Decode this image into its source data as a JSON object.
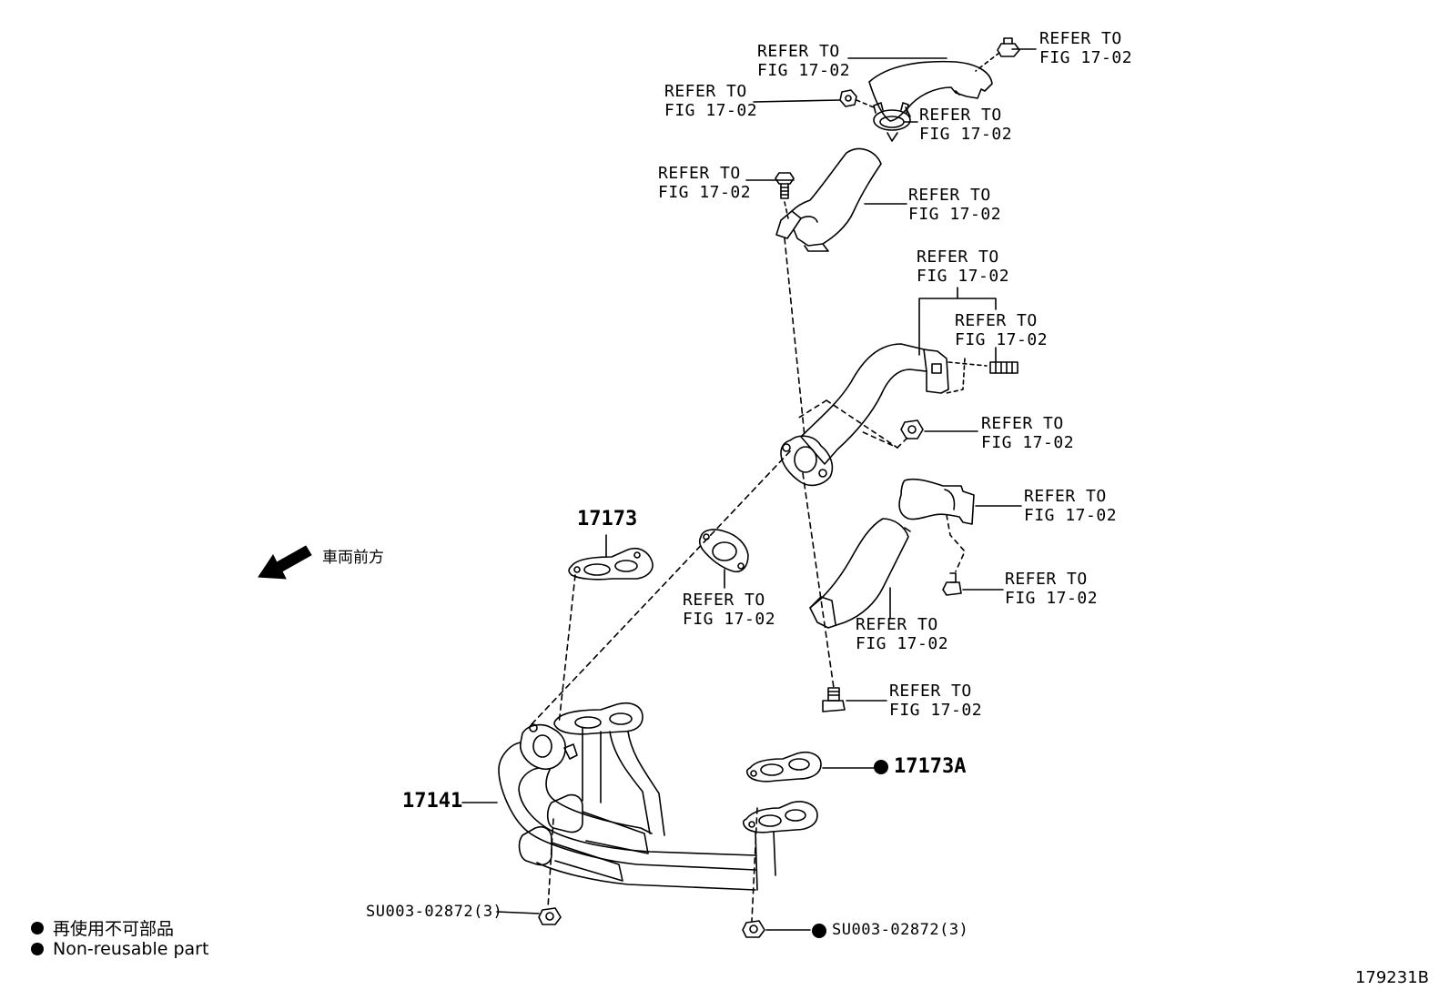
{
  "refer_label": {
    "line1": "REFER TO",
    "line2": "FIG 17-02"
  },
  "parts": {
    "p17173": "17173",
    "p17141": "17141",
    "p17173A": "17173A",
    "su_left": "SU003-02872(3)",
    "su_right": "SU003-02872(3)"
  },
  "direction_label": "車両前方",
  "legend": {
    "jp": "再使用不可部品",
    "en": "Non-reusable part"
  },
  "figure_number": "179231B"
}
